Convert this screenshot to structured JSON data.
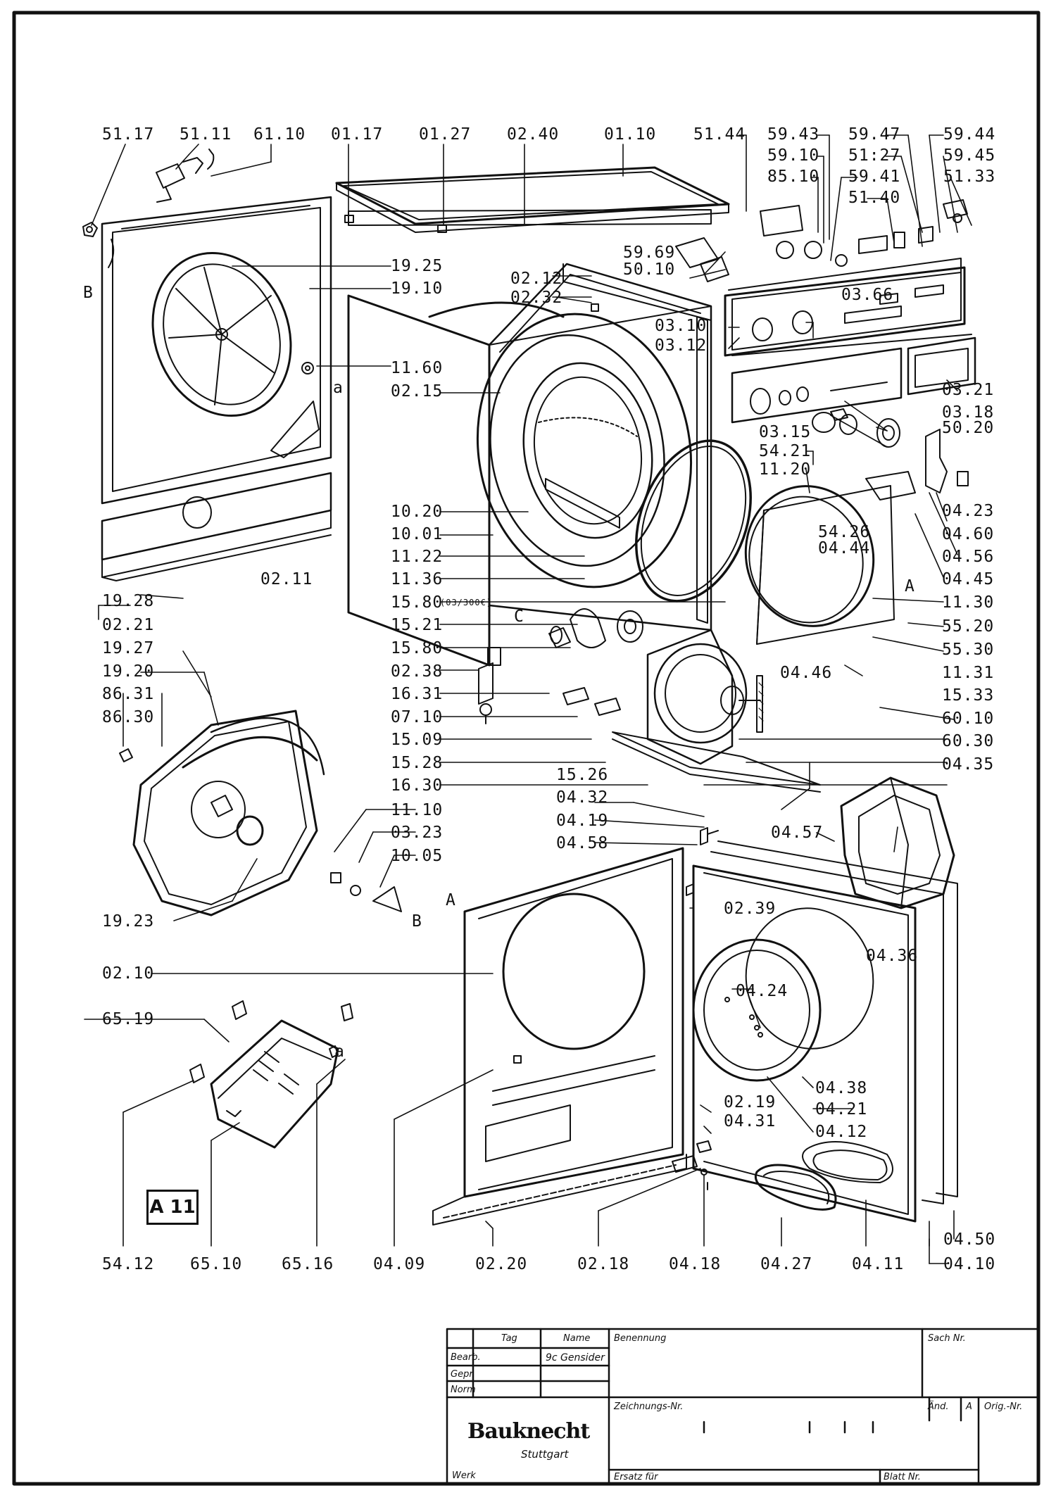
{
  "drawing": {
    "plate_id": "A 11",
    "callout_a": "a",
    "callout_b": "B",
    "callout_c": "C",
    "callout_A": "A"
  },
  "part_labels": {
    "p5117": "51.17",
    "p5111": "51.11",
    "p6110": "61.10",
    "p0117": "01.17",
    "p0127": "01.27",
    "p0240": "02.40",
    "p0110": "01.10",
    "p5144": "51.44",
    "p5943": "59.43",
    "p5947": "59.47",
    "p5944": "59.44",
    "p5910": "59.10",
    "p5127": "51:27",
    "p5945": "59.45",
    "p8510": "85.10",
    "p5941": "59.41",
    "p5133": "51.33",
    "p5140": "51.40",
    "p1925": "19.25",
    "p1910": "19.10",
    "p5969": "59.69",
    "p5010": "50.10",
    "p0212": "02.12",
    "p0232": "02.32",
    "p0366": "03.66",
    "p0310": "03.10",
    "p0312": "03.12",
    "p1160": "11.60",
    "p0215": "02.15",
    "p0321": "03.21",
    "p0318": "03.18",
    "p0315": "03.15",
    "p5020": "50.20",
    "p5421": "54.21",
    "p1120": "11.20",
    "p0423": "04.23",
    "p1020": "10.20",
    "p5426": "54.26",
    "p0460": "04.60",
    "p1001": "10.01",
    "p0444": "04.44",
    "p0456": "04.56",
    "p1122": "11.22",
    "p0445": "04.45",
    "p0211": "02.11",
    "p1136": "11.36",
    "p1928": "19.28",
    "p1580a": "15.80",
    "p1580a_note": "(03/300€)",
    "p1130": "11.30",
    "p0221": "02.21",
    "p1521": "15.21",
    "p5520": "55.20",
    "p1580b": "15.80",
    "p5530": "55.30",
    "p1927": "19.27",
    "p0238": "02.38",
    "p0446": "04.46",
    "p1131": "11.31",
    "p1920": "19.20",
    "p1631": "16.31",
    "p1533": "15.33",
    "p8631": "86.31",
    "p0710": "07.10",
    "p6010": "60.10",
    "p8630": "86.30",
    "p1509": "15.09",
    "p6030": "60.30",
    "p1528": "15.28",
    "p1526": "15.26",
    "p0435": "04.35",
    "p1630": "16.30",
    "p0432": "04.32",
    "p1110": "11.10",
    "p0419": "04.19",
    "p0323": "03.23",
    "p0458": "04.58",
    "p0457": "04.57",
    "p1005": "10.05",
    "p1923": "19.23",
    "p0239": "02.39",
    "p0436": "04.36",
    "p0210": "02.10",
    "p0424": "04.24",
    "p6519": "65.19",
    "p0438": "04.38",
    "p0421": "04.21",
    "p0219": "02.19",
    "p0431": "04.31",
    "p0412": "04.12",
    "p0450": "04.50",
    "p5412": "54.12",
    "p6510": "65.10",
    "p6516": "65.16",
    "p0409": "04.09",
    "p0220": "02.20",
    "p0218": "02.18",
    "p0418": "04.18",
    "p0427": "04.27",
    "p0411": "04.11",
    "p0410": "04.10"
  },
  "title_block": {
    "tag": "Tag",
    "name": "Name",
    "benennung": "Benennung",
    "sach_nr": "Sach Nr.",
    "bearb": "Bearb.",
    "gepr": "Gepr.",
    "norm": "Norm",
    "bearb_name": "9c Gensider",
    "zeichnungs_nr": "Zeichnungs-Nr.",
    "aend": "Änd.",
    "aend_index": "A",
    "orig_nr": "Orig.-Nr.",
    "brand": "Bauknecht",
    "city": "Stuttgart",
    "werk": "Werk",
    "ersatz_fuer": "Ersatz für",
    "blatt_nr": "Blatt Nr."
  }
}
